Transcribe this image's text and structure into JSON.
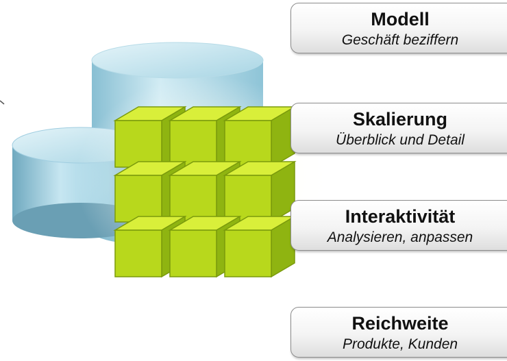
{
  "items": [
    {
      "title": "Modell",
      "subtitle": "Geschäft beziffern"
    },
    {
      "title": "Skalierung",
      "subtitle": "Überblick und Detail"
    },
    {
      "title": "Interaktivität",
      "subtitle": "Analysieren, anpassen"
    },
    {
      "title": "Reichweite",
      "subtitle": "Produkte, Kunden"
    }
  ],
  "colors": {
    "cube_top": "#d9ef3a",
    "cube_front": "#b8d81c",
    "cube_side": "#8fb411",
    "database_cylinder": "#9fcfe0"
  }
}
